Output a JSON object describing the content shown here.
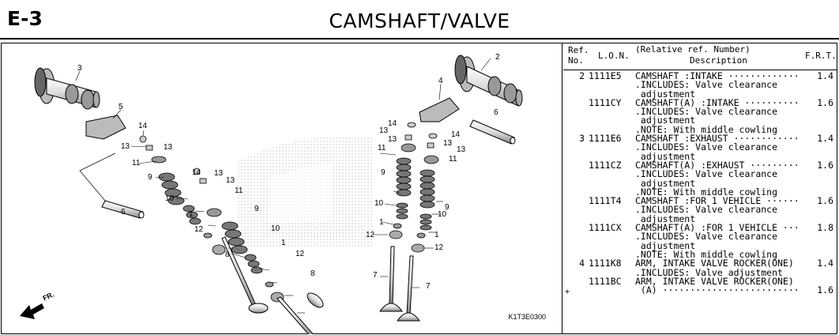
{
  "header": {
    "code": "E-3",
    "title": "CAMSHAFT/VALVE"
  },
  "figure": {
    "code": "K1T3E0300",
    "fr_label": "FR.",
    "callouts": [
      "1",
      "2",
      "3",
      "4",
      "5",
      "6",
      "7",
      "8",
      "9",
      "10",
      "11",
      "12",
      "13",
      "14"
    ]
  },
  "table": {
    "headers": {
      "ref1": "Ref.",
      "ref2": "No.",
      "lon": "L.O.N.",
      "desc1": "(Relative ref. Number)",
      "desc2": "Description",
      "frt": "F.R.T."
    },
    "rows": [
      {
        "ref": "2",
        "lon": "1111E5",
        "lines": [
          "CAMSHAFT :INTAKE ·············",
          ".INCLUDES: Valve clearance",
          " adjustment"
        ],
        "frt": "1.4",
        "plus": ""
      },
      {
        "ref": "",
        "lon": "1111CY",
        "lines": [
          "CAMSHAFT(A) :INTAKE ··········",
          ".INCLUDES: Valve clearance",
          " adjustment",
          ".NOTE: With middle cowling"
        ],
        "frt": "1.6",
        "plus": ""
      },
      {
        "ref": "3",
        "lon": "1111E6",
        "lines": [
          "CAMSHAFT :EXHAUST ············",
          ".INCLUDES: Valve clearance",
          " adjustment"
        ],
        "frt": "1.4",
        "plus": ""
      },
      {
        "ref": "",
        "lon": "1111CZ",
        "lines": [
          "CAMSHAFT(A) :EXHAUST ·········",
          ".INCLUDES: Valve clearance",
          " adjustment",
          ".NOTE: With middle cowling"
        ],
        "frt": "1.6",
        "plus": ""
      },
      {
        "ref": "",
        "lon": "1111T4",
        "lines": [
          "CAMSHAFT :FOR 1 VEHICLE ······",
          ".INCLUDES: Valve clearance",
          " adjustment"
        ],
        "frt": "1.6",
        "plus": ""
      },
      {
        "ref": "",
        "lon": "1111CX",
        "lines": [
          "CAMSHAFT(A) :FOR 1 VEHICLE ···",
          ".INCLUDES: Valve clearance",
          " adjustment",
          ".NOTE: With middle cowling"
        ],
        "frt": "1.8",
        "plus": ""
      },
      {
        "ref": "4",
        "lon": "1111K8",
        "lines": [
          "ARM, INTAKE VALVE ROCKER(ONE)",
          ".INCLUDES: Valve adjustment"
        ],
        "frt": "1.4",
        "plus": ""
      },
      {
        "ref": "",
        "lon": "1111BC",
        "lines": [
          "ARM, INTAKE VALVE ROCKER(ONE)",
          " (A) ·························"
        ],
        "frt": "1.6",
        "plus": "+"
      }
    ]
  }
}
